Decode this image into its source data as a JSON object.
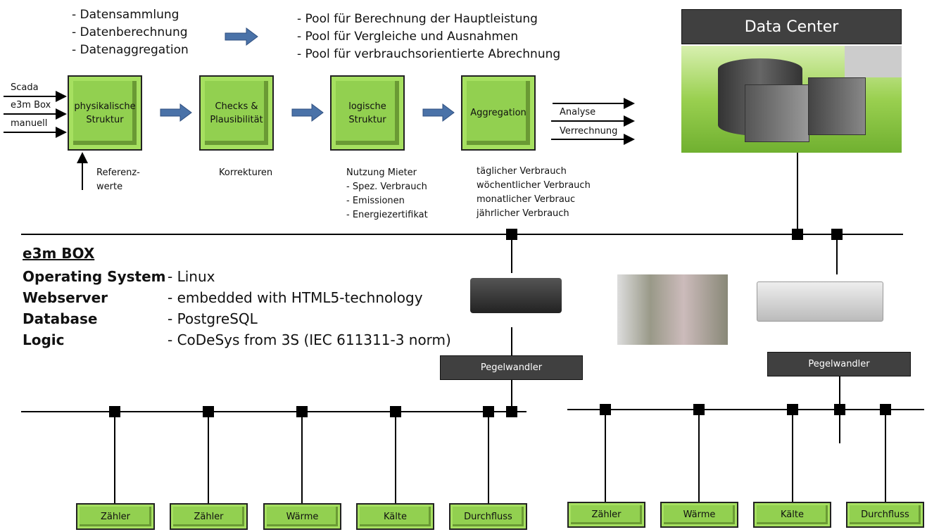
{
  "top_list_left": [
    "- Datensammlung",
    "- Datenberechnung",
    "- Datenaggregation"
  ],
  "top_list_right": [
    "- Pool für Berechnung der Hauptleistung",
    "- Pool für Vergleiche und Ausnahmen",
    "- Pool für verbrauchsorientierte Abrechnung"
  ],
  "inputs": [
    "Scada",
    "e3m Box",
    "manuell"
  ],
  "process": [
    "physikalische\nStruktur",
    "Checks &\nPlausibilität",
    "logische\nStruktur",
    "Aggregation"
  ],
  "referenz": "Referenz-\nwerte",
  "korrekturen": "Korrekturen",
  "nutzung": [
    "Nutzung Mieter",
    "- Spez. Verbrauch",
    "-  Emissionen",
    "- Energiezertifikat"
  ],
  "verbrauch": [
    "täglicher Verbrauch",
    "wöchentlicher Verbrauch",
    "monatlicher Verbrauc",
    "jährlicher Verbrauch"
  ],
  "outputs": [
    "Analyse",
    "Verrechnung"
  ],
  "data_center": "Data Center",
  "e3m": {
    "title": "e3m BOX",
    "rows": [
      {
        "k": "Operating System",
        "v": "- Linux"
      },
      {
        "k": "Webserver",
        "v": "- embedded with HTML5-technology"
      },
      {
        "k": "Database",
        "v": "- PostgreSQL"
      },
      {
        "k": "Logic",
        "v": "- CoDeSys from 3S (IEC 611311-3 norm)"
      }
    ]
  },
  "pegelwandler": "Pegelwandler",
  "left_devices": [
    "Zähler",
    "Zähler",
    "Wärme",
    "Kälte",
    "Durchfluss"
  ],
  "right_devices": [
    "Zähler",
    "Wärme",
    "Kälte",
    "Durchfluss"
  ],
  "colors": {
    "green": "#92d050",
    "arrow_blue": "#4a72a8",
    "dark": "#404040"
  }
}
